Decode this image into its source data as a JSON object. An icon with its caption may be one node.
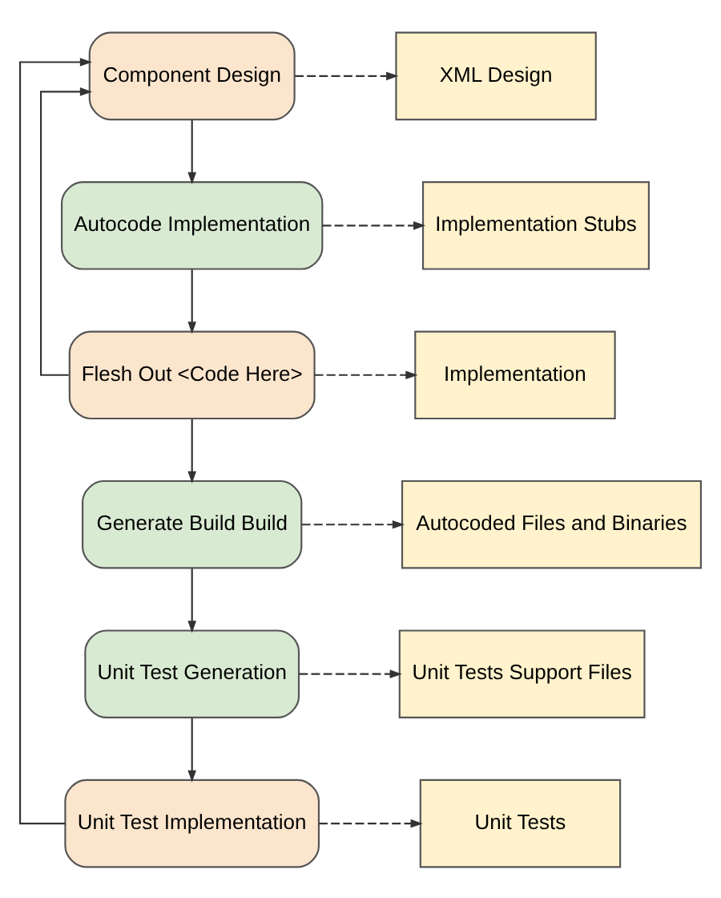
{
  "diagram": {
    "nodes": [
      {
        "text": [
          "Component Design"
        ]
      },
      {
        "text": [
          "XML Design"
        ]
      },
      {
        "text": [
          "Autocode Implementation"
        ]
      },
      {
        "text": [
          "Implementation Stubs"
        ]
      },
      {
        "text": [
          "Flesh Out <Code Here>"
        ]
      },
      {
        "text": [
          "Implementation"
        ]
      },
      {
        "text": [
          "Generate Build Build"
        ]
      },
      {
        "text": [
          "Autocoded Files and Binaries"
        ]
      },
      {
        "text": [
          "Unit Test Generation"
        ]
      },
      {
        "text": [
          "Unit Tests Support Files"
        ]
      },
      {
        "text": [
          "Unit Test Implementation"
        ]
      },
      {
        "text": [
          "Unit Tests"
        ]
      }
    ],
    "edges": [
      {
        "from": 0,
        "to": 1,
        "arrow": "to",
        "style": "dashed"
      },
      {
        "from": 0,
        "to": 2,
        "arrow": "to"
      },
      {
        "from": 2,
        "to": 3,
        "arrow": "to",
        "style": "dashed"
      },
      {
        "from": 2,
        "to": 4,
        "arrow": "to"
      },
      {
        "from": 4,
        "to": 5,
        "arrow": "to",
        "style": "dashed"
      },
      {
        "from": 4,
        "to": 6,
        "arrow": "to"
      },
      {
        "from": 6,
        "to": 7,
        "arrow": "to",
        "style": "dashed"
      },
      {
        "from": 6,
        "to": 8,
        "arrow": "to"
      },
      {
        "from": 8,
        "to": 9,
        "arrow": "to",
        "style": "dashed"
      },
      {
        "from": 8,
        "to": 10,
        "arrow": "to"
      },
      {
        "from": 10,
        "to": 11,
        "arrow": "to",
        "style": "dashed"
      },
      {
        "from": 10,
        "to": 0,
        "arrow": "to"
      },
      {
        "from": 4,
        "to": 0,
        "arrow": "to"
      }
    ]
  }
}
